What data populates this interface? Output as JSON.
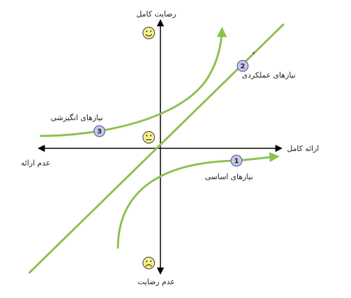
{
  "axes": {
    "y_top_label": "رضایت کامل",
    "y_bottom_label": "عدم رضایت",
    "x_right_label": "ارائه کامل",
    "x_left_label": "عدم ارائه"
  },
  "curves": [
    {
      "number": "1",
      "label": "نیازهای اساسی"
    },
    {
      "number": "2",
      "label": "نیازهای عملکردی"
    },
    {
      "number": "3",
      "label": "نیازهای انگیزشی"
    }
  ],
  "faces": [
    "happy-face-icon",
    "neutral-face-icon",
    "sad-face-icon"
  ],
  "colors": {
    "axis": "#000000",
    "curve": "#8cc152",
    "marker_fill": "#c9c6ee",
    "marker_stroke": "#4a4a8a",
    "face_fill": "#f5f08a"
  }
}
